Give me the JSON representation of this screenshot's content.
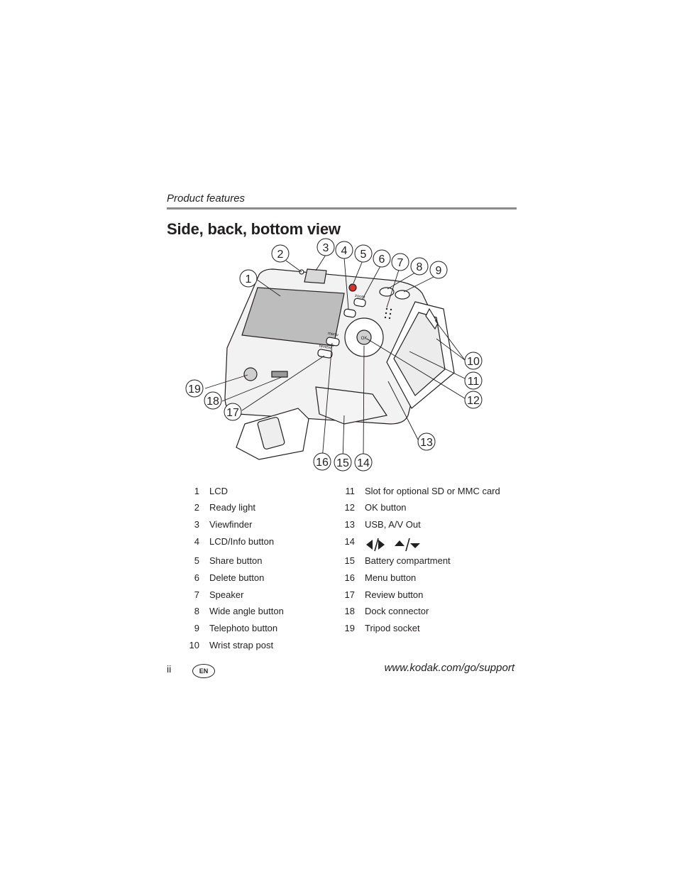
{
  "header": {
    "section": "Product features"
  },
  "page": {
    "title": "Side, back, bottom view"
  },
  "figure": {
    "callouts": [
      "1",
      "2",
      "3",
      "4",
      "5",
      "6",
      "7",
      "8",
      "9",
      "10",
      "11",
      "12",
      "13",
      "14",
      "15",
      "16",
      "17",
      "18",
      "19"
    ],
    "tiny_labels": {
      "menu": "menu",
      "review": "review",
      "ok": "OK",
      "zoom": "zoom"
    }
  },
  "legend": {
    "left": [
      {
        "num": "1",
        "label": "LCD"
      },
      {
        "num": "2",
        "label": "Ready light"
      },
      {
        "num": "3",
        "label": "Viewfinder"
      },
      {
        "num": "4",
        "label": "LCD/Info button"
      },
      {
        "num": "5",
        "label": "Share button"
      },
      {
        "num": "6",
        "label": "Delete button"
      },
      {
        "num": "7",
        "label": "Speaker"
      },
      {
        "num": "8",
        "label": "Wide angle button"
      },
      {
        "num": "9",
        "label": "Telephoto button"
      },
      {
        "num": "10",
        "label": "Wrist strap post"
      }
    ],
    "right": [
      {
        "num": "11",
        "label": "Slot for optional SD or MMC card"
      },
      {
        "num": "12",
        "label": "OK button"
      },
      {
        "num": "13",
        "label": "USB, A/V Out"
      },
      {
        "num": "14",
        "label": "",
        "icon": "arrow-keys-icon"
      },
      {
        "num": "15",
        "label": "Battery compartment"
      },
      {
        "num": "16",
        "label": "Menu button"
      },
      {
        "num": "17",
        "label": "Review button"
      },
      {
        "num": "18",
        "label": "Dock connector"
      },
      {
        "num": "19",
        "label": "Tripod socket"
      }
    ]
  },
  "footer": {
    "page_number": "ii",
    "language_badge": "EN",
    "url": "www.kodak.com/go/support"
  }
}
